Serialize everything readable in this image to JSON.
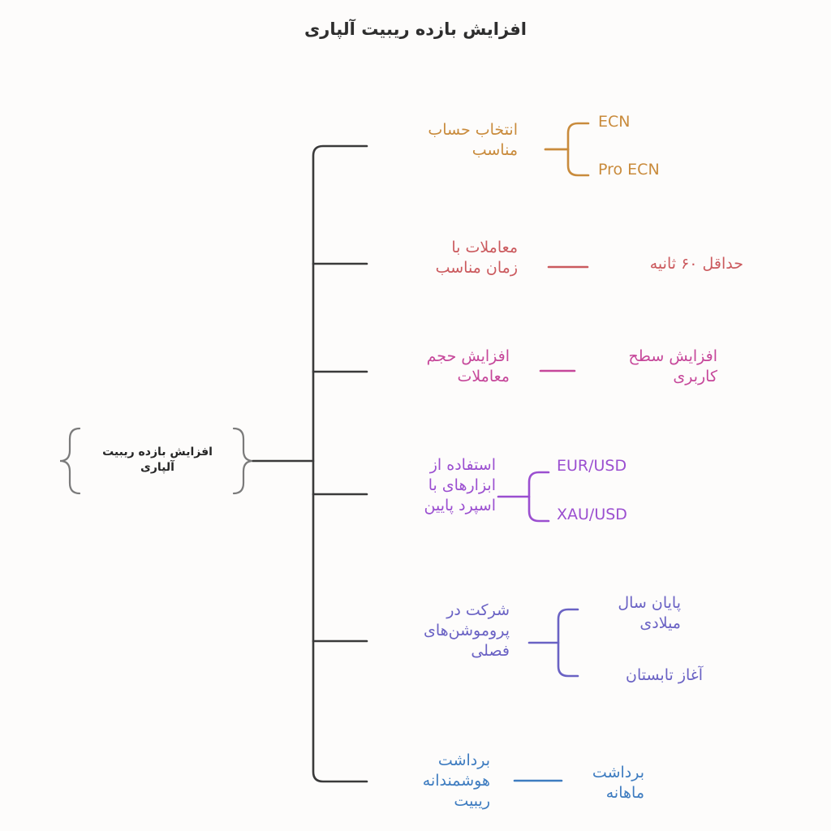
{
  "title": "افزایش بازده ریبیت آلپاری",
  "root": {
    "label": "افزایش بازده ریبیت\nآلپاری",
    "color": "#4a4a4a"
  },
  "colors": {
    "trunk": "#3a3a3a",
    "root_brace": "#7a7a7a",
    "orange": "#c98b3c",
    "red": "#cb5a5e",
    "pink": "#c6479a",
    "purple": "#9b4fd0",
    "indigo": "#6a62c4",
    "blue": "#3e7cc0",
    "background": "#fdfcfb",
    "title": "#2e2e2e"
  },
  "branches": [
    {
      "label": "انتخاب حساب\nمناسب",
      "color": "#c98b3c",
      "children": [
        {
          "label": "ECN",
          "ltr": true
        },
        {
          "label": "Pro ECN",
          "ltr": true
        }
      ]
    },
    {
      "label": "معاملات با\nزمان مناسب",
      "color": "#cb5a5e",
      "children": [
        {
          "label": "حداقل ۶۰ ثانیه",
          "ltr": false
        }
      ]
    },
    {
      "label": "افزایش حجم\nمعاملات",
      "color": "#c6479a",
      "children": [
        {
          "label": "افزایش سطح\nکاربری",
          "ltr": false
        }
      ]
    },
    {
      "label": "استفاده از\nابزارهای با\nاسپرد پایین",
      "color": "#9b4fd0",
      "children": [
        {
          "label": "EUR/USD",
          "ltr": true
        },
        {
          "label": "XAU/USD",
          "ltr": true
        }
      ]
    },
    {
      "label": "شرکت در\nپروموشن‌های\nفصلی",
      "color": "#6a62c4",
      "children": [
        {
          "label": "پایان سال\nمیلادی",
          "ltr": false
        },
        {
          "label": "آغاز تابستان",
          "ltr": false
        }
      ]
    },
    {
      "label": "برداشت\nهوشمندانه\nریبیت",
      "color": "#3e7cc0",
      "children": [
        {
          "label": "برداشت\nماهانه",
          "ltr": false
        }
      ]
    }
  ]
}
